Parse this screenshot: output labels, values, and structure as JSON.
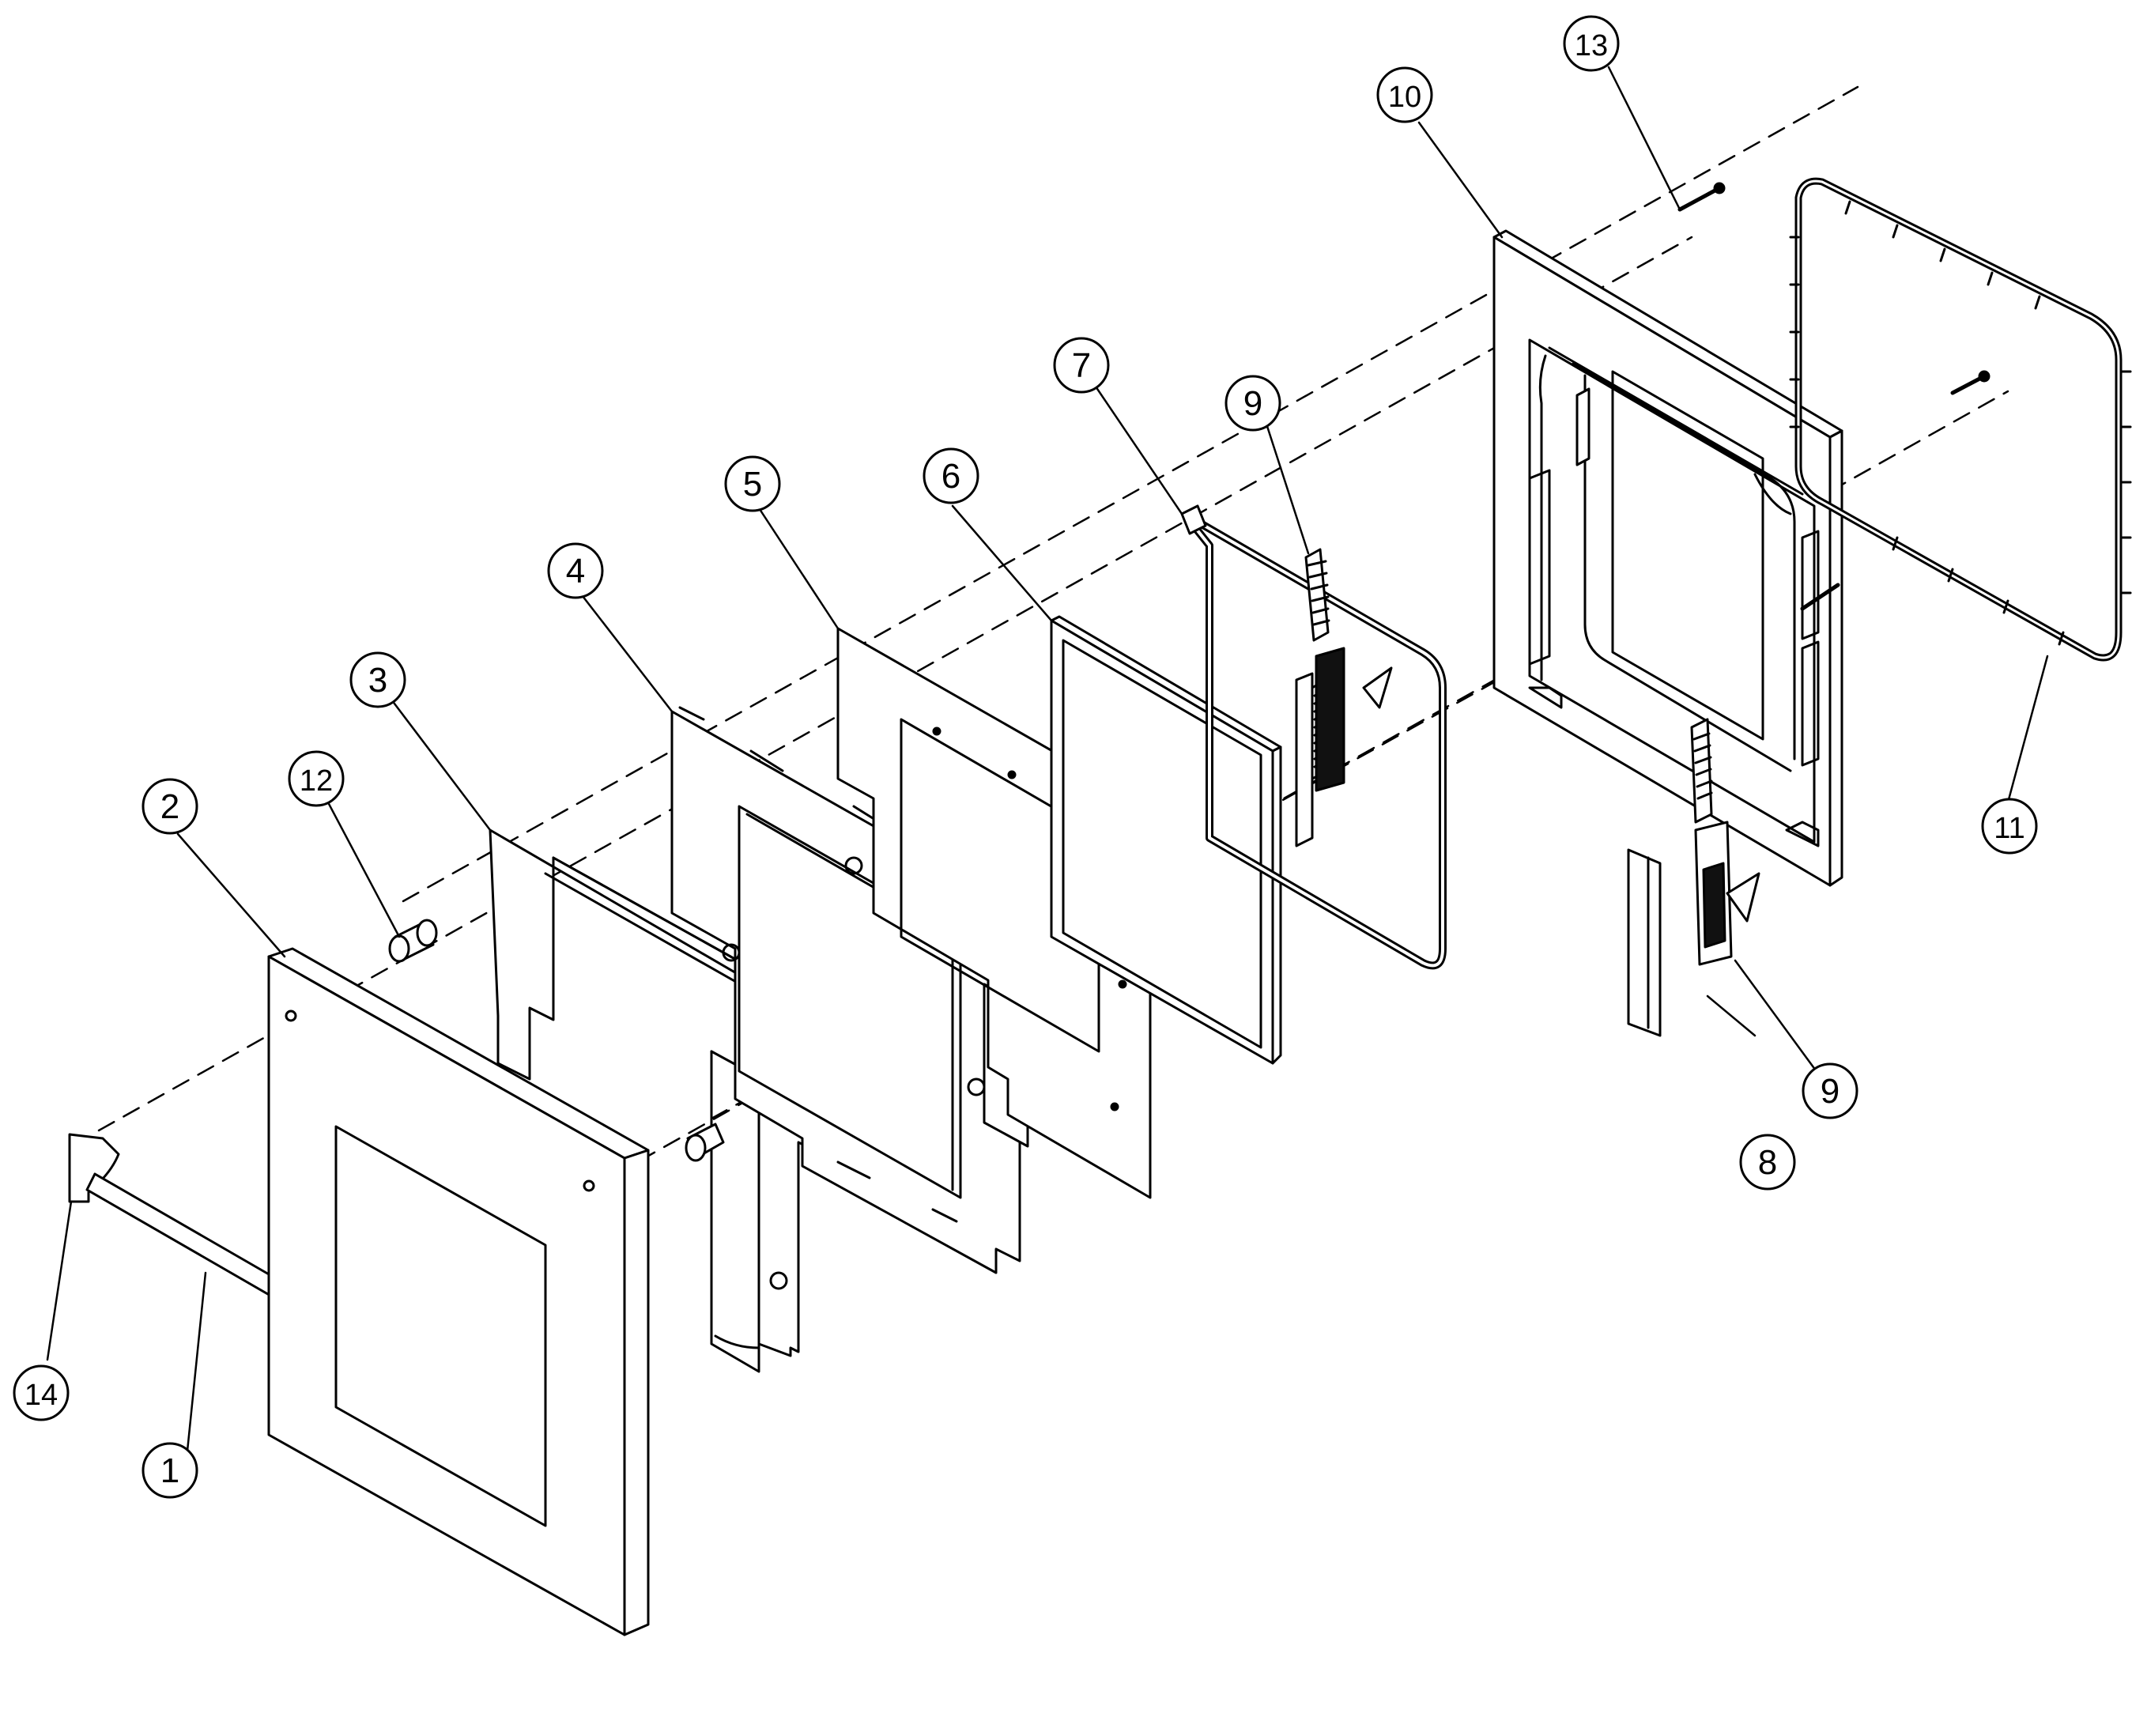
{
  "diagram": {
    "type": "exploded-parts-diagram",
    "line_color": "#000000",
    "background": "#ffffff",
    "callouts": [
      {
        "id": "c1",
        "label": "1"
      },
      {
        "id": "c2",
        "label": "2"
      },
      {
        "id": "c3",
        "label": "3"
      },
      {
        "id": "c4",
        "label": "4"
      },
      {
        "id": "c5",
        "label": "5"
      },
      {
        "id": "c6",
        "label": "6"
      },
      {
        "id": "c7",
        "label": "7"
      },
      {
        "id": "c8",
        "label": "8"
      },
      {
        "id": "c9a",
        "label": "9"
      },
      {
        "id": "c9b",
        "label": "9"
      },
      {
        "id": "c10",
        "label": "10"
      },
      {
        "id": "c11",
        "label": "11"
      },
      {
        "id": "c12",
        "label": "12"
      },
      {
        "id": "c13",
        "label": "13"
      },
      {
        "id": "c14",
        "label": "14"
      }
    ]
  }
}
